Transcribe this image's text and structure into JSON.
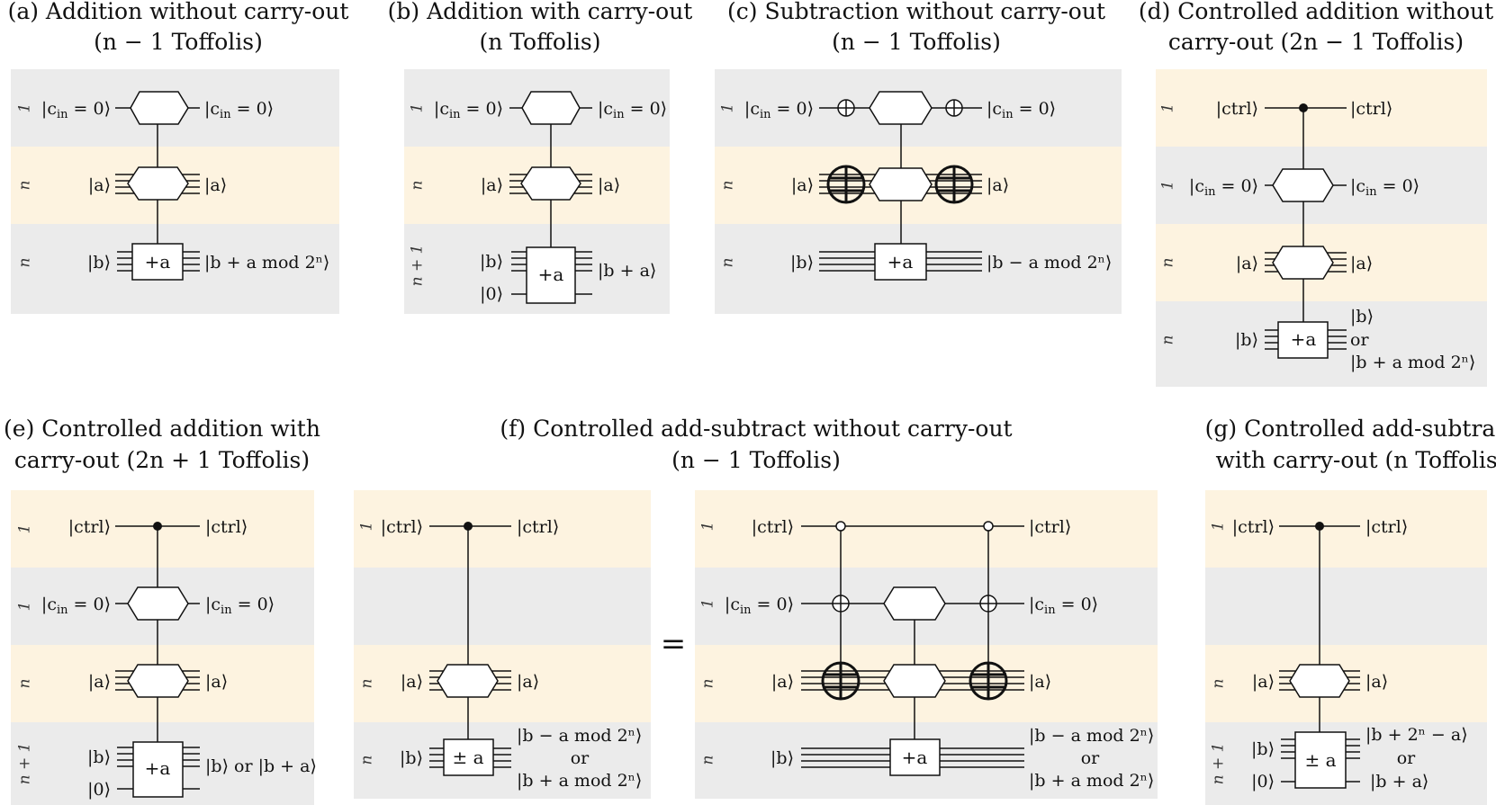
{
  "captions": {
    "a1": "(a) Addition without carry-out",
    "a2": "(n − 1 Toffolis)",
    "b1": "(b) Addition with carry-out",
    "b2": "(n Toffolis)",
    "c1": "(c) Subtraction without carry-out",
    "c2": "(n − 1 Toffolis)",
    "d1": "(d) Controlled addition without",
    "d2": "carry-out (2n − 1 Toffolis)",
    "e1": "(e) Controlled addition with",
    "e2": "carry-out (2n + 1 Toffolis)",
    "f1": "(f) Controlled add-subtract without carry-out",
    "f2": "(n − 1 Toffolis)",
    "g1": "(g) Controlled add-subtract",
    "g2": "with carry-out (n Toffolis)"
  },
  "reg_sizes": {
    "one": "1",
    "n": "n",
    "n1": "n + 1"
  },
  "kets": {
    "cin": "|c",
    "cin_sub": "in",
    "cin_tail": " = 0⟩",
    "a": "|a⟩",
    "b": "|b⟩",
    "zero": "|0⟩",
    "ctrl": "|ctrl⟩",
    "b_plus_a_mod": "|b + a  mod 2ⁿ⟩",
    "b_plus_a": "|b + a⟩",
    "b_minus_a_mod": "|b − a  mod 2ⁿ⟩",
    "b_or_b_plus_a": "|b⟩ or |b + a⟩",
    "or": "or",
    "b_plus_a_mod2": "|b + a mod 2ⁿ⟩",
    "b_plus_2n_minus_a": "|b + 2ⁿ − a⟩"
  },
  "gates": {
    "plus_a": "+a",
    "pm_a": "± a"
  },
  "equals": "="
}
